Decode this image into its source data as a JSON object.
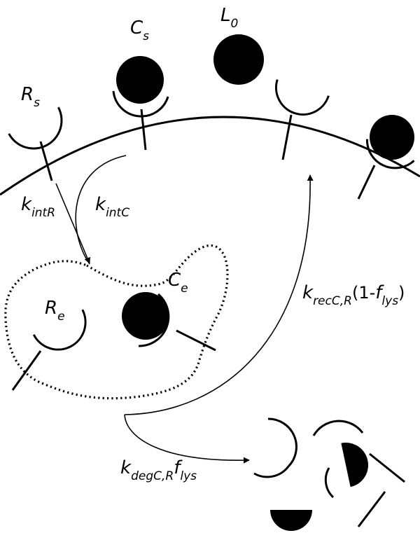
{
  "labels": {
    "Rs": {
      "main": "R",
      "sub": "s"
    },
    "Cs": {
      "main": "C",
      "sub": "s"
    },
    "L0": {
      "main": "L",
      "sub": "0"
    },
    "Re": {
      "main": "R",
      "sub": "e"
    },
    "Ce": {
      "main": "C",
      "sub": "e"
    },
    "kintR": {
      "main": "k",
      "sub": "intR"
    },
    "kintC": {
      "main": "k",
      "sub": "intC"
    },
    "krec": {
      "main": "k",
      "sub": "recC,R",
      "paren_open": "(1-",
      "f": "f",
      "f_sub": "lys",
      "paren_close": ")"
    },
    "kdeg": {
      "main": "k",
      "sub": "degC,R",
      "f": "f",
      "f_sub": "lys"
    }
  }
}
